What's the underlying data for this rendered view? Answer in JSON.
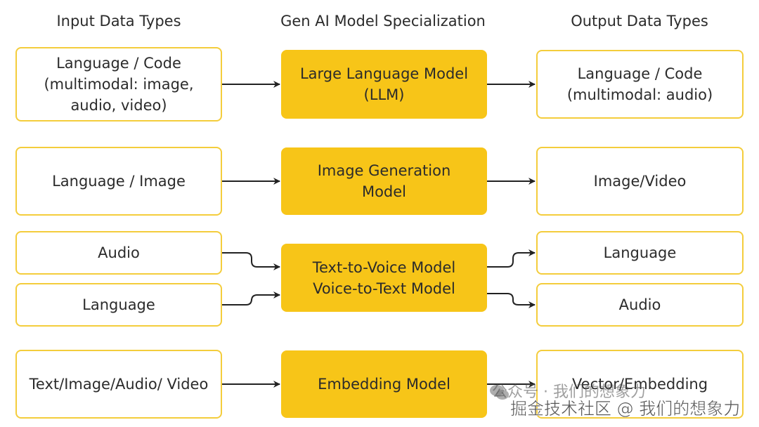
{
  "headers": {
    "input": "Input Data Types",
    "model": "Gen AI Model Specialization",
    "output": "Output Data Types"
  },
  "rows": [
    {
      "inputs": [
        "Language / Code\n(multimodal: image,\naudio, video)"
      ],
      "model": "Large Language Model\n(LLM)",
      "outputs": [
        "Language / Code\n(multimodal: audio)"
      ]
    },
    {
      "inputs": [
        "Language / Image"
      ],
      "model": "Image Generation\nModel",
      "outputs": [
        "Image/Video"
      ]
    },
    {
      "inputs": [
        "Audio",
        "Language"
      ],
      "model": "Text-to-Voice Model\nVoice-to-Text Model",
      "outputs": [
        "Language",
        "Audio"
      ]
    },
    {
      "inputs": [
        "Text/Image/Audio/ Video"
      ],
      "model": "Embedding Model",
      "outputs": [
        "Vector/Embedding"
      ]
    }
  ],
  "watermark": {
    "line1": "公众号 · 我们的想象力",
    "line2": "掘金技术社区 @ 我们的想象力",
    "icon": "wechat-icon"
  },
  "colors": {
    "model_fill": "#f7c518",
    "box_border": "#f4cd3c",
    "arrow": "#222222"
  }
}
